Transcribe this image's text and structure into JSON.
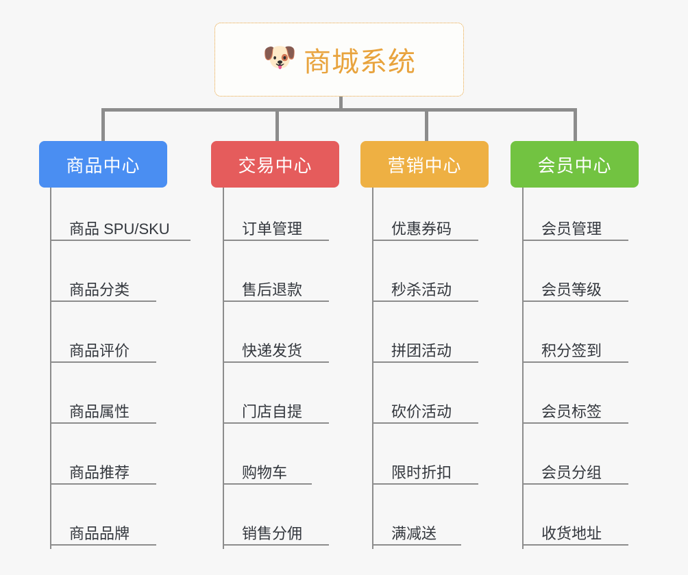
{
  "root": {
    "icon": "dog-face-icon",
    "icon_glyph": "🐶",
    "title": "商城系统",
    "accent_color": "#e8a33d",
    "border_style": "dotted"
  },
  "canvas": {
    "background_color": "#f7f7f7",
    "connector_color": "#8c8c8c"
  },
  "branches": [
    {
      "label": "商品中心",
      "color": "#4a8ef2",
      "items": [
        "商品 SPU/SKU",
        "商品分类",
        "商品评价",
        "商品属性",
        "商品推荐",
        "商品品牌"
      ]
    },
    {
      "label": "交易中心",
      "color": "#e55c5c",
      "items": [
        "订单管理",
        "售后退款",
        "快递发货",
        "门店自提",
        "购物车",
        "销售分佣"
      ]
    },
    {
      "label": "营销中心",
      "color": "#eeb043",
      "items": [
        "优惠券码",
        "秒杀活动",
        "拼团活动",
        "砍价活动",
        "限时折扣",
        "满减送"
      ]
    },
    {
      "label": "会员中心",
      "color": "#72c341",
      "items": [
        "会员管理",
        "会员等级",
        "积分签到",
        "会员标签",
        "会员分组",
        "收货地址"
      ]
    }
  ]
}
